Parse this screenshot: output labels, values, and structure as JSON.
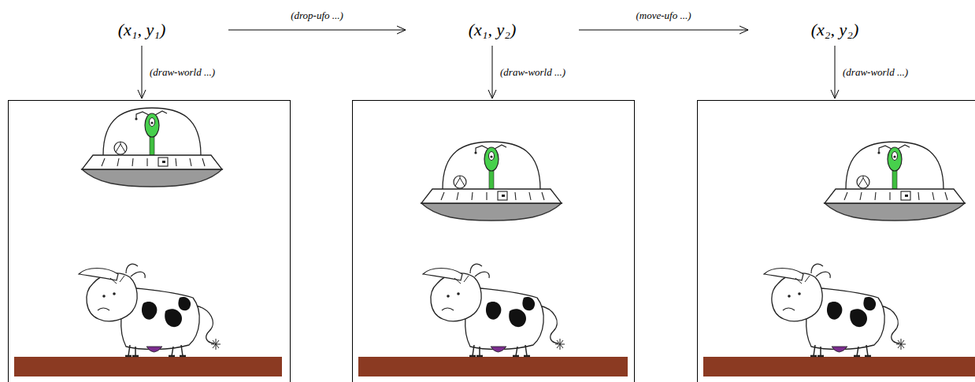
{
  "diagram": {
    "nodes": [
      {
        "text": [
          "(x₁, y₁)"
        ]
      },
      {
        "text": [
          "(x₁, y₂)"
        ]
      },
      {
        "text": [
          "(x₂, y₂)"
        ]
      },
      {
        "text": []
      },
      {
        "text": []
      },
      {
        "text": []
      }
    ],
    "edges": [
      {
        "from": 0,
        "to": 1,
        "arrow": "to",
        "label": "(drop-ufo ...)"
      },
      {
        "from": 1,
        "to": 2,
        "arrow": "to",
        "label": "(move-ufo ...)"
      },
      {
        "from": 0,
        "to": 3,
        "arrow": "to",
        "label": "(draw-world ...)"
      },
      {
        "from": 1,
        "to": 4,
        "arrow": "to",
        "label": "(draw-world ...)"
      },
      {
        "from": 2,
        "to": 5,
        "arrow": "to",
        "label": "(draw-world ...)"
      }
    ]
  }
}
